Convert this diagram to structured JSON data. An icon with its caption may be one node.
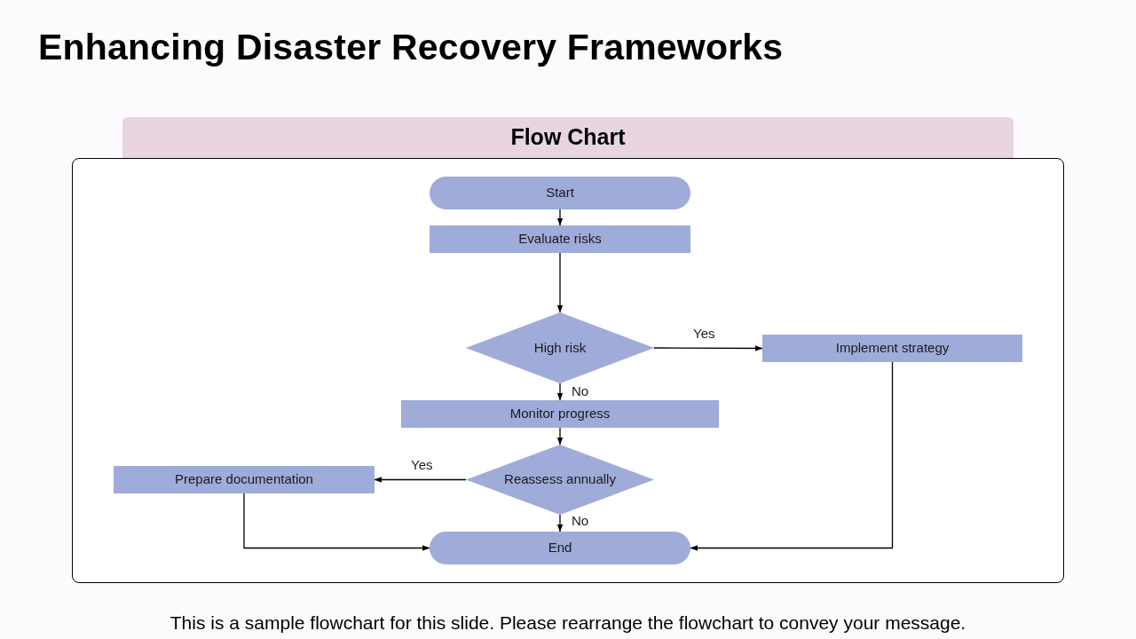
{
  "diagram": {
    "title": "Enhancing Disaster Recovery Frameworks",
    "caption": "This is a sample flowchart for this slide. Please rearrange the flowchart to convey your message.",
    "nodes": [
      {
        "text": [
          "Flow Chart"
        ]
      },
      {
        "text": [
          "Start"
        ]
      },
      {
        "text": [
          "Evaluate risks"
        ]
      },
      {
        "text": [
          "High risk"
        ]
      },
      {
        "text": [
          "Implement strategy"
        ]
      },
      {
        "text": [
          "Monitor progress"
        ]
      },
      {
        "text": [
          "Reassess annually"
        ]
      },
      {
        "text": [
          "Prepare documentation"
        ]
      },
      {
        "text": [
          "End"
        ]
      }
    ],
    "edges": [
      {
        "from": 1,
        "to": 2,
        "arrow": "to"
      },
      {
        "from": 2,
        "to": 3,
        "arrow": "to"
      },
      {
        "from": 3,
        "to": 4,
        "arrow": "to",
        "label": "Yes"
      },
      {
        "from": 3,
        "to": 5,
        "arrow": "to",
        "label": "No"
      },
      {
        "from": 5,
        "to": 6,
        "arrow": "to"
      },
      {
        "from": 6,
        "to": 7,
        "arrow": "to",
        "label": "Yes"
      },
      {
        "from": 6,
        "to": 8,
        "arrow": "to",
        "label": "No"
      },
      {
        "from": 7,
        "to": 8,
        "arrow": "to"
      },
      {
        "from": 4,
        "to": 8,
        "arrow": "to"
      }
    ]
  }
}
